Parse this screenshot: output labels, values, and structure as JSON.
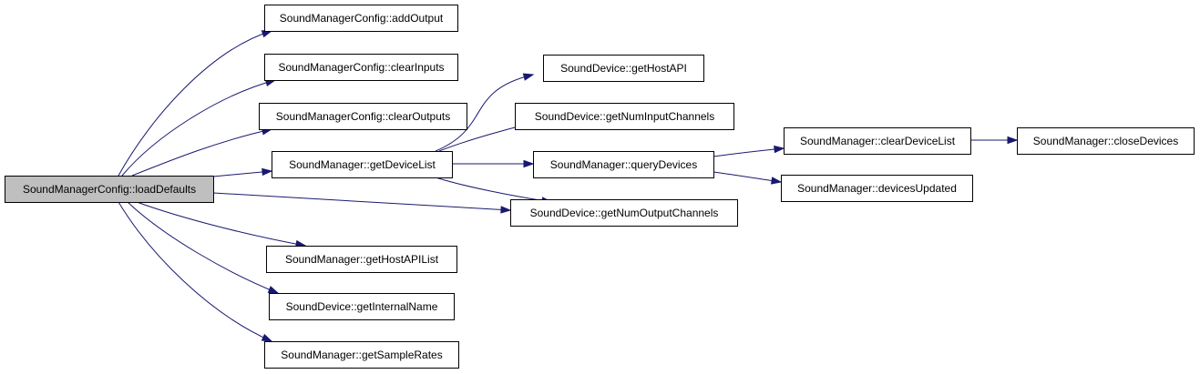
{
  "diagram": {
    "type": "call-graph",
    "colors": {
      "edge": "#191970",
      "root_fill": "#bfbfbf",
      "node_fill": "#ffffff",
      "node_border": "#000000"
    },
    "nodes": [
      {
        "id": "loadDefaults",
        "label": "SoundManagerConfig::loadDefaults",
        "root": true
      },
      {
        "id": "addOutput",
        "label": "SoundManagerConfig::addOutput"
      },
      {
        "id": "clearInputs",
        "label": "SoundManagerConfig::clearInputs"
      },
      {
        "id": "clearOutputs",
        "label": "SoundManagerConfig::clearOutputs"
      },
      {
        "id": "getDeviceList",
        "label": "SoundManager::getDeviceList"
      },
      {
        "id": "getHostAPIList",
        "label": "SoundManager::getHostAPIList"
      },
      {
        "id": "getInternalName",
        "label": "SoundDevice::getInternalName"
      },
      {
        "id": "getSampleRates",
        "label": "SoundManager::getSampleRates"
      },
      {
        "id": "getHostAPI",
        "label": "SoundDevice::getHostAPI"
      },
      {
        "id": "getNumInputChannels",
        "label": "SoundDevice::getNumInputChannels"
      },
      {
        "id": "queryDevices",
        "label": "SoundManager::queryDevices"
      },
      {
        "id": "getNumOutputChannels",
        "label": "SoundDevice::getNumOutputChannels"
      },
      {
        "id": "clearDeviceList",
        "label": "SoundManager::clearDeviceList"
      },
      {
        "id": "devicesUpdated",
        "label": "SoundManager::devicesUpdated"
      },
      {
        "id": "closeDevices",
        "label": "SoundManager::closeDevices"
      }
    ],
    "edges": [
      {
        "from": "loadDefaults",
        "to": "addOutput"
      },
      {
        "from": "loadDefaults",
        "to": "clearInputs"
      },
      {
        "from": "loadDefaults",
        "to": "clearOutputs"
      },
      {
        "from": "loadDefaults",
        "to": "getDeviceList"
      },
      {
        "from": "loadDefaults",
        "to": "getNumOutputChannels"
      },
      {
        "from": "loadDefaults",
        "to": "getHostAPIList"
      },
      {
        "from": "loadDefaults",
        "to": "getInternalName"
      },
      {
        "from": "loadDefaults",
        "to": "getSampleRates"
      },
      {
        "from": "getDeviceList",
        "to": "getHostAPI"
      },
      {
        "from": "getDeviceList",
        "to": "getNumInputChannels"
      },
      {
        "from": "getDeviceList",
        "to": "queryDevices"
      },
      {
        "from": "getDeviceList",
        "to": "getNumOutputChannels"
      },
      {
        "from": "queryDevices",
        "to": "clearDeviceList"
      },
      {
        "from": "queryDevices",
        "to": "devicesUpdated"
      },
      {
        "from": "clearDeviceList",
        "to": "closeDevices"
      }
    ]
  }
}
